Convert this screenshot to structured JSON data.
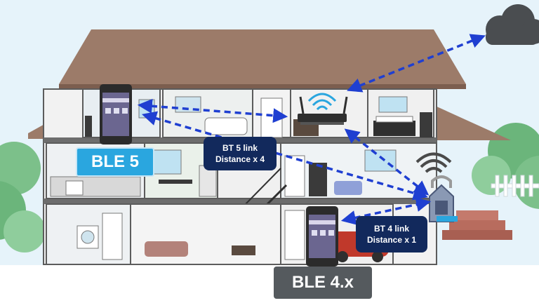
{
  "labels": {
    "ble5": "BLE 5",
    "ble4": "BLE 4.x"
  },
  "links": {
    "bt5": {
      "line1": "BT 5 link",
      "line2": "Distance x 4"
    },
    "bt4": {
      "line1": "BT 4 link",
      "line2": "Distance x 1"
    }
  },
  "colors": {
    "arrow": "#1f3fd1",
    "ble5_box": "#2aa6df",
    "ble4_box": "#555a5e",
    "link_box": "#12295c",
    "roof": "#9c7b69",
    "sky": "#d9eef8"
  }
}
